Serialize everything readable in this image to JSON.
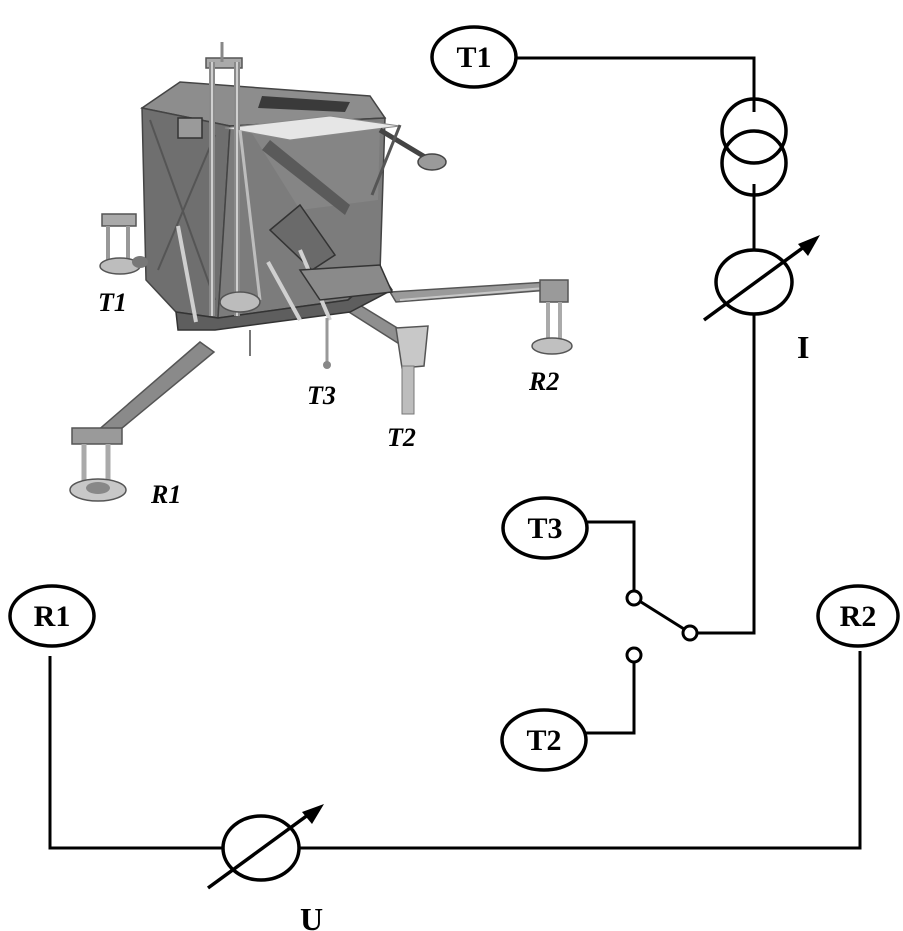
{
  "lander": {
    "labels": {
      "t1": "T1",
      "t2": "T2",
      "t3": "T3",
      "r1": "R1",
      "r2": "R2"
    },
    "body_color": "#7a7a7a",
    "dark_color": "#4a4a4a",
    "light_color": "#c8c8c8"
  },
  "circuit": {
    "nodes": {
      "t1": "T1",
      "t2": "T2",
      "t3": "T3",
      "r1": "R1",
      "r2": "R2"
    },
    "meters": {
      "current": "I",
      "voltage": "U"
    },
    "components": {
      "current_source": "transformer-symbol",
      "current_meter": "ammeter-symbol",
      "voltage_meter": "voltmeter-symbol",
      "switch": "switch-symbol"
    },
    "wire_color": "#000000"
  }
}
